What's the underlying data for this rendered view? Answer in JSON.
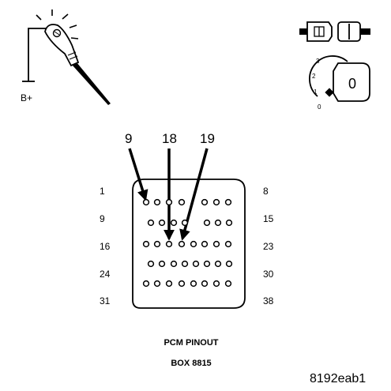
{
  "test_light": {
    "supply_label": "B+"
  },
  "ignition": {
    "positions": [
      "3",
      "2",
      "1",
      "0"
    ],
    "key_position": "0"
  },
  "callouts": [
    "9",
    "18",
    "19"
  ],
  "connector": {
    "left_labels": [
      "1",
      "9",
      "16",
      "24",
      "31"
    ],
    "right_labels": [
      "8",
      "15",
      "23",
      "30",
      "38"
    ]
  },
  "caption": {
    "line1": "PCM PINOUT",
    "line2": "BOX 8815"
  },
  "figure_code": "8192eab1"
}
